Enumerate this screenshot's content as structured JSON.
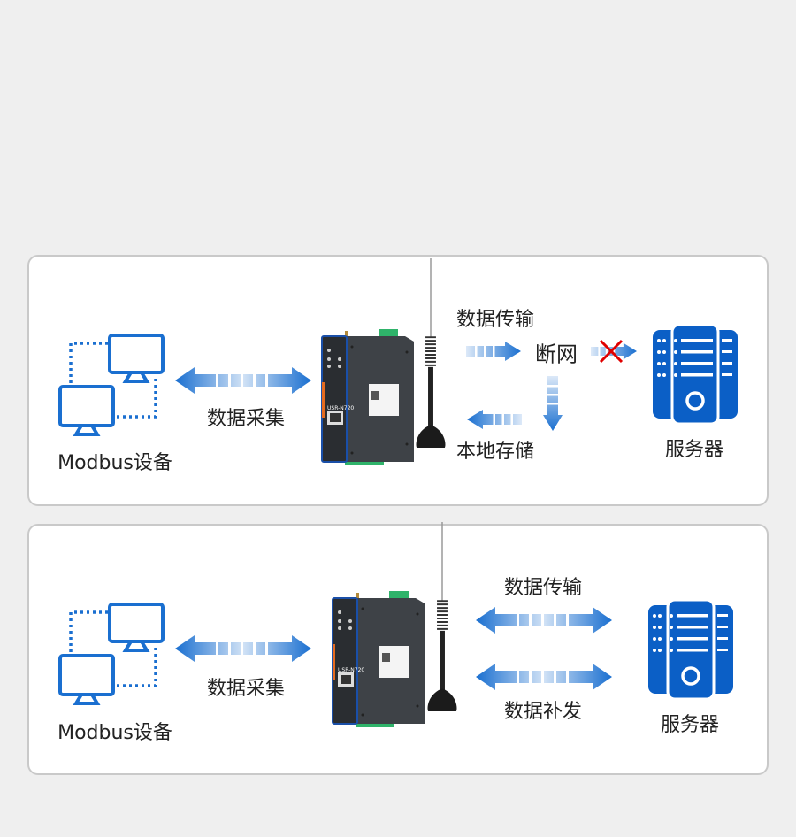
{
  "colors": {
    "accent": "#1a6fd0",
    "server": "#0b5fc6",
    "cross": "#e00000",
    "background": "#efefef"
  },
  "panel_offline": {
    "device_label": "Modbus设备",
    "collect_label": "数据采集",
    "transfer_label": "数据传输",
    "offline_label": "断网",
    "storage_label": "本地存储",
    "server_label": "服务器",
    "device_model": "USR-N720"
  },
  "panel_online": {
    "device_label": "Modbus设备",
    "collect_label": "数据采集",
    "transfer_label": "数据传输",
    "resend_label": "数据补发",
    "server_label": "服务器",
    "device_model": "USR-N720"
  }
}
